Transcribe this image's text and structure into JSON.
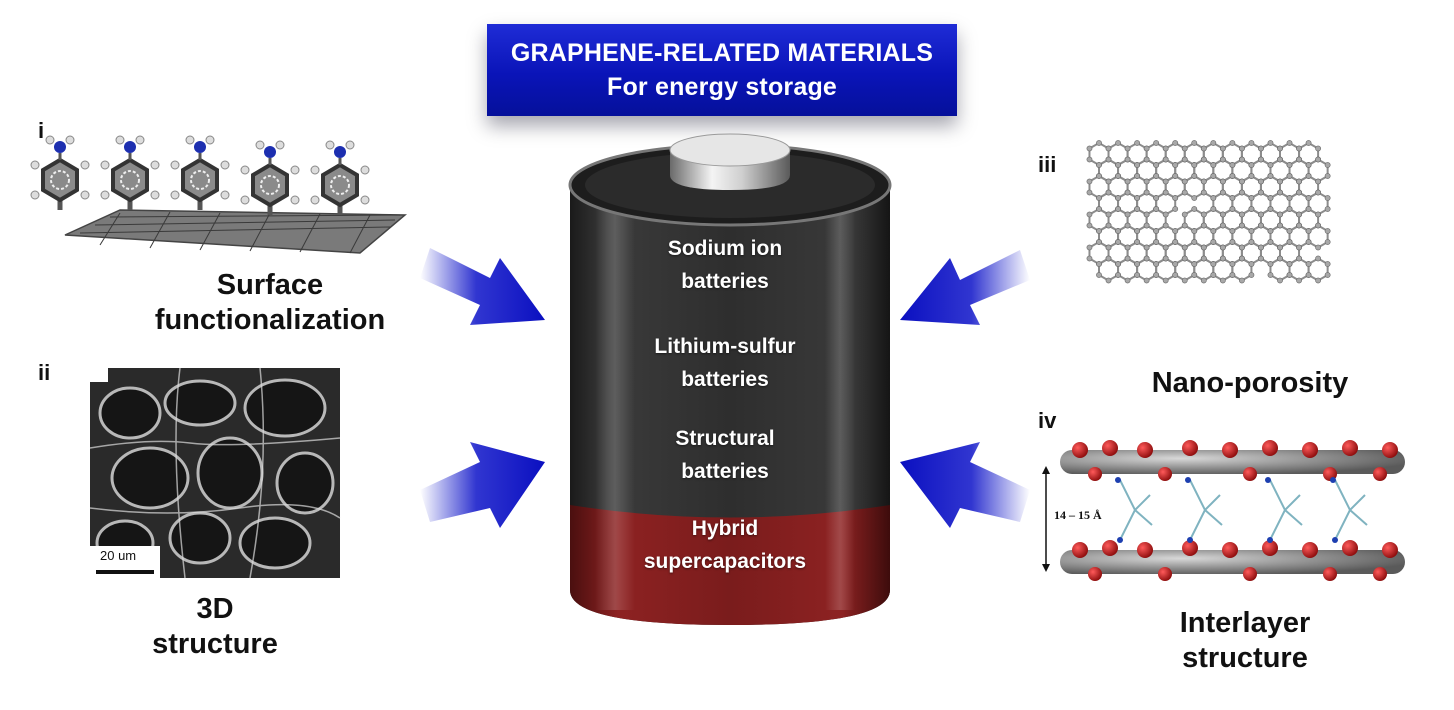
{
  "banner": {
    "line1": "GRAPHENE-RELATED MATERIALS",
    "line2": "For energy storage"
  },
  "battery": {
    "items": [
      {
        "line1": "Sodium ion",
        "line2": "batteries"
      },
      {
        "line1": "Lithium-sulfur",
        "line2": "batteries"
      },
      {
        "line1": "Structural",
        "line2": "batteries"
      },
      {
        "line1": "Hybrid",
        "line2": "supercapacitors"
      }
    ]
  },
  "panels": {
    "i": {
      "label": "i",
      "caption_line1": "Surface",
      "caption_line2": "functionalization"
    },
    "ii": {
      "label": "ii",
      "caption_line1": "3D",
      "caption_line2": "structure",
      "scale_bar": "20 um"
    },
    "iii": {
      "label": "iii",
      "caption_line1": "Nano-porosity"
    },
    "iv": {
      "label": "iv",
      "caption_line1": "Interlayer",
      "caption_line2": "structure",
      "spacing": "14 – 15 Å"
    }
  },
  "colors": {
    "banner_blue": "#0a14b8",
    "arrow_blue": "#0c12c8",
    "battery_dark": "#2a2a2a",
    "battery_red": "#8a1f1f"
  }
}
